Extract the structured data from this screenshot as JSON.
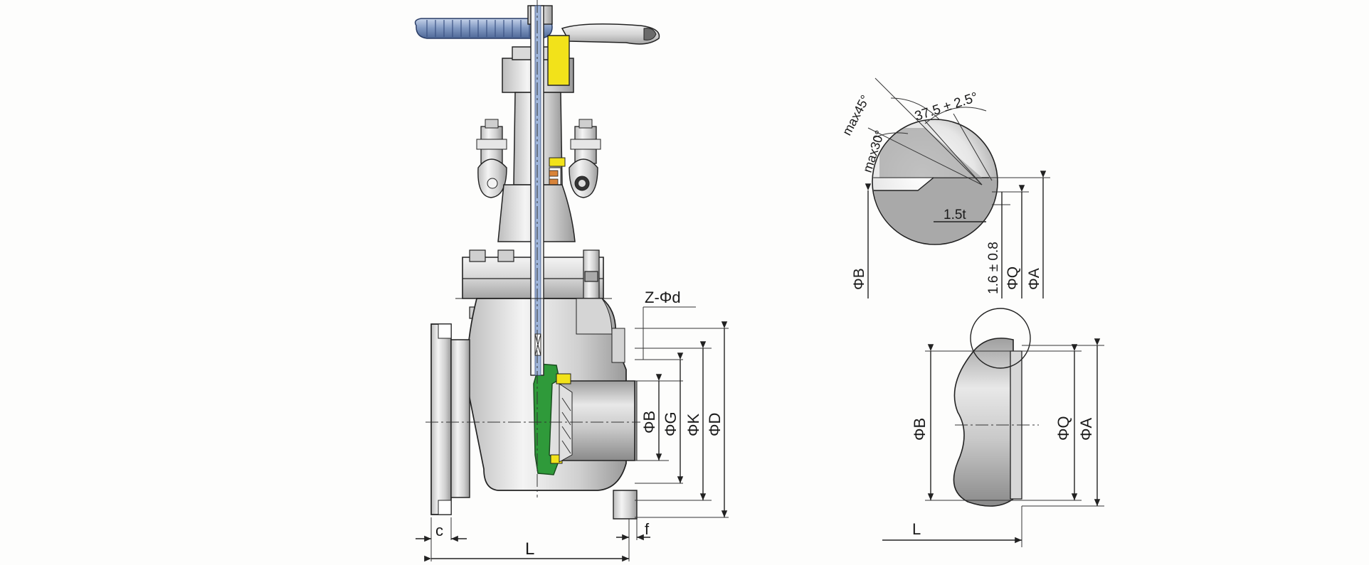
{
  "colors": {
    "background": "#fdfdfc",
    "metal_light": "#f2f2f2",
    "metal_dark": "#8a8a8a",
    "handwheel": "#7f97c0",
    "packing_yellow": "#f2e21a",
    "disc_green": "#2f9a3a",
    "packing_orange": "#d8843a",
    "line": "#222222"
  },
  "valve_view": {
    "labels": {
      "bolt_holes": "Z-Φd",
      "bore": "ΦB",
      "raised_face": "ΦG",
      "bolt_circle": "ΦK",
      "flange_od": "ΦD",
      "flange_thickness": "c",
      "raised_face_height": "f",
      "face_to_face": "L"
    }
  },
  "weld_detail": {
    "labels": {
      "max45": "max45°",
      "max30": "max30°",
      "bevel": "37.5 ± 2.5°",
      "land": "1.5t",
      "root": "1.6 ± 0.8",
      "bore": "ΦB",
      "q": "ΦQ",
      "a": "ΦA"
    }
  },
  "butt_weld_end": {
    "labels": {
      "bore": "ΦB",
      "q": "ΦQ",
      "a": "ΦA",
      "length": "L"
    }
  }
}
